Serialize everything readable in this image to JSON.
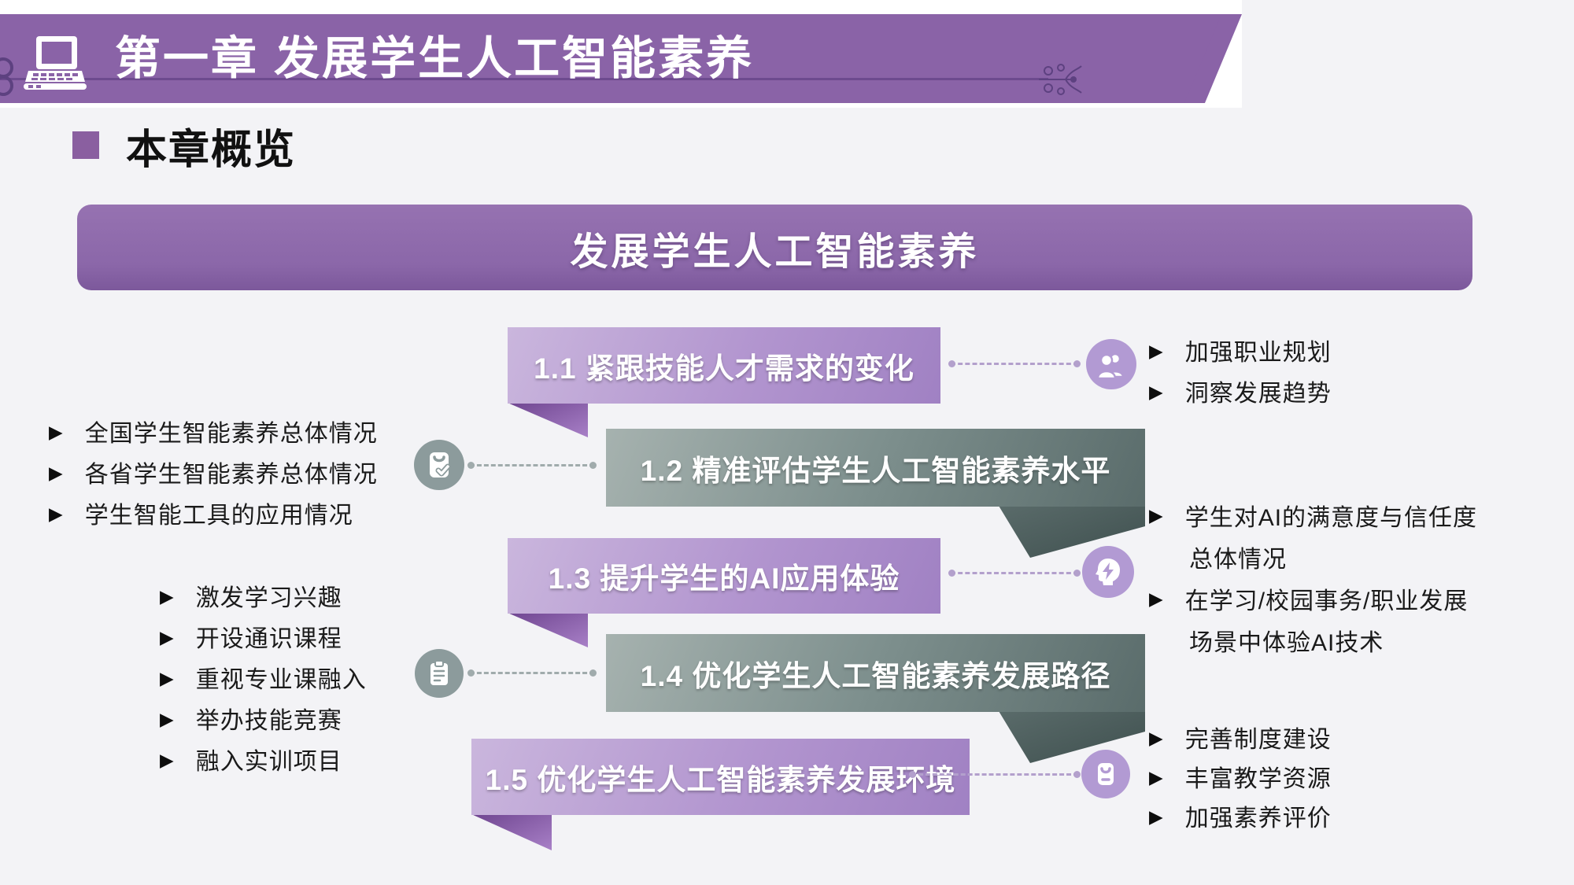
{
  "slide": {
    "header": {
      "title": "第一章 发展学生人工智能素养",
      "laptop_icon": "laptop-icon",
      "ornament_icon": "floral-flourish-icon"
    },
    "section_heading": {
      "title": "本章概览",
      "bullet_icon": "purple-square-bullet"
    },
    "banner": {
      "title": "发展学生人工智能素养"
    },
    "ribbons": [
      {
        "label": "1.1 紧跟技能人才需求的变化",
        "style": "purple",
        "icon": "people-icon"
      },
      {
        "label": "1.2 精准评估学生人工智能素养水平",
        "style": "gray",
        "icon": "clipboard-check-icon"
      },
      {
        "label": "1.3 提升学生的AI应用体验",
        "style": "purple",
        "icon": "head-bolt-icon"
      },
      {
        "label": "1.4 优化学生人工智能素养发展路径",
        "style": "gray",
        "icon": "notepad-icon"
      },
      {
        "label": "1.5 优化学生人工智能素养发展环境",
        "style": "purple",
        "icon": "device-smile-icon"
      }
    ],
    "bullets": {
      "left_top": [
        "全国学生智能素养总体情况",
        "各省学生智能素养总体情况",
        "学生智能工具的应用情况"
      ],
      "left_bottom": [
        "激发学习兴趣",
        "开设通识课程",
        "重视专业课融入",
        "举办技能竞赛",
        "融入实训项目"
      ],
      "right_top": [
        "加强职业规划",
        "洞察发展趋势"
      ],
      "right_middle": [
        {
          "lines": [
            "学生对AI的满意度与信任度",
            "总体情况"
          ]
        },
        {
          "lines": [
            "在学习/校园事务/职业发展",
            "场景中体验AI技术"
          ]
        }
      ],
      "right_bottom": [
        "完善制度建设",
        "丰富教学资源",
        "加强素养评价"
      ]
    },
    "colors": {
      "header_purple": "#8a63a7",
      "banner_purple": "#8b67a9",
      "ribbon_purple_light": "#cab6dd",
      "ribbon_purple_dark": "#a081c3",
      "ribbon_gray_light": "#a6b2af",
      "ribbon_gray_dark": "#5a6c6b",
      "fold_purple": "#6f4590",
      "fold_gray": "#475857",
      "icon_purple": "#b29ad3",
      "icon_gray": "#8c9b9c",
      "background": "#f3f3f6",
      "text_dark": "#1a1a1a"
    }
  }
}
